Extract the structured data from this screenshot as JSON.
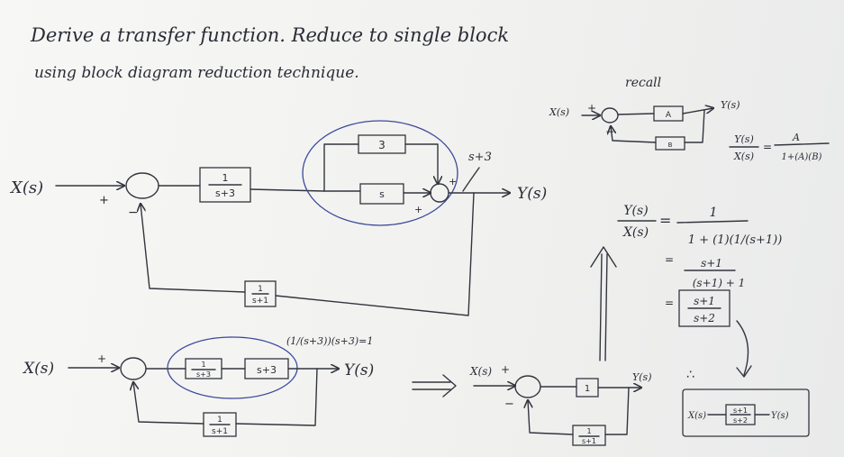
{
  "title": {
    "line1": "Derive a transfer function. Reduce to single block",
    "line2": "using block diagram reduction technique."
  },
  "main": {
    "input": "X(s)",
    "output": "Y(s)",
    "sign_plus": "+",
    "sign_minus": "−",
    "g1_num": "1",
    "g1_den": "s+3",
    "g2": "3",
    "g3": "s",
    "note": "s+3",
    "h_num": "1",
    "h_den": "s+1"
  },
  "step2": {
    "input": "X(s)",
    "output": "Y(s)",
    "g1_num": "1",
    "g1_den": "s+3",
    "g2": "s+3",
    "product": "(1/(s+3))(s+3)=1",
    "h_num": "1",
    "h_den": "s+1"
  },
  "step3": {
    "input": "X(s)",
    "output": "Y(s)",
    "g": "1",
    "h_num": "1",
    "h_den": "s+1"
  },
  "recall": {
    "label": "recall",
    "input": "X(s)",
    "output": "Y(s)",
    "a": "A",
    "b": "B",
    "lhs_num": "Y(s)",
    "lhs_den": "X(s)",
    "rhs_num": "A",
    "rhs_den": "1+(A)(B)"
  },
  "derivation": {
    "lhs_num": "Y(s)",
    "lhs_den": "X(s)",
    "eq1_num": "1",
    "eq1_den": "1 + (1)(1/(s+1))",
    "eq2_num": "s+1",
    "eq2_den": "(s+1) + 1",
    "eq3_num": "s+1",
    "eq3_den": "s+2",
    "therefore": "∴"
  },
  "result": {
    "input": "X(s)",
    "g_num": "s+1",
    "g_den": "s+2",
    "output": "Y(s)"
  }
}
